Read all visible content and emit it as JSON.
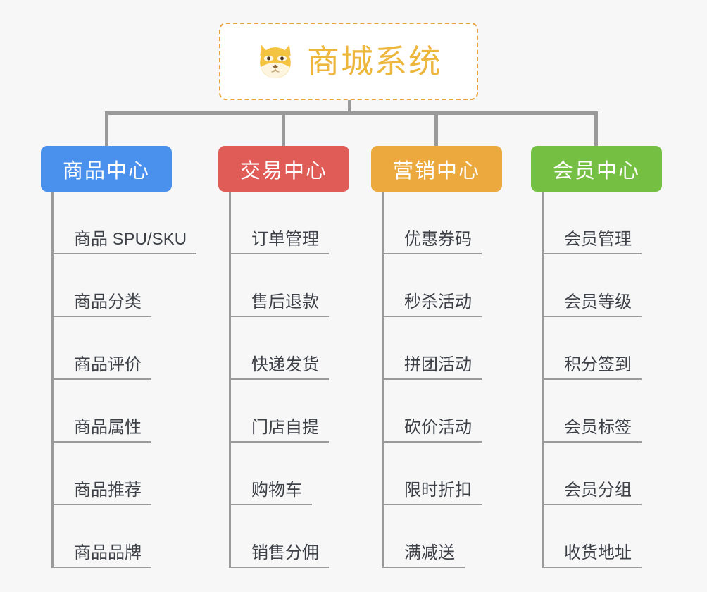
{
  "root": {
    "title": "商城系统",
    "logo_icon": "shiba-dog-face-icon",
    "border_color": "#e8a33d",
    "title_color": "#edb63c"
  },
  "connector_color": "#9a9a9a",
  "branches": [
    {
      "label": "商品中心",
      "color": "#4a90ed",
      "items": [
        "商品 SPU/SKU",
        "商品分类",
        "商品评价",
        "商品属性",
        "商品推荐",
        "商品品牌"
      ]
    },
    {
      "label": "交易中心",
      "color": "#e05c57",
      "items": [
        "订单管理",
        "售后退款",
        "快递发货",
        "门店自提",
        "购物车",
        "销售分佣"
      ]
    },
    {
      "label": "营销中心",
      "color": "#eba93e",
      "items": [
        "优惠券码",
        "秒杀活动",
        "拼团活动",
        "砍价活动",
        "限时折扣",
        "满减送"
      ]
    },
    {
      "label": "会员中心",
      "color": "#75c043",
      "items": [
        "会员管理",
        "会员等级",
        "积分签到",
        "会员标签",
        "会员分组",
        "收货地址"
      ]
    }
  ]
}
